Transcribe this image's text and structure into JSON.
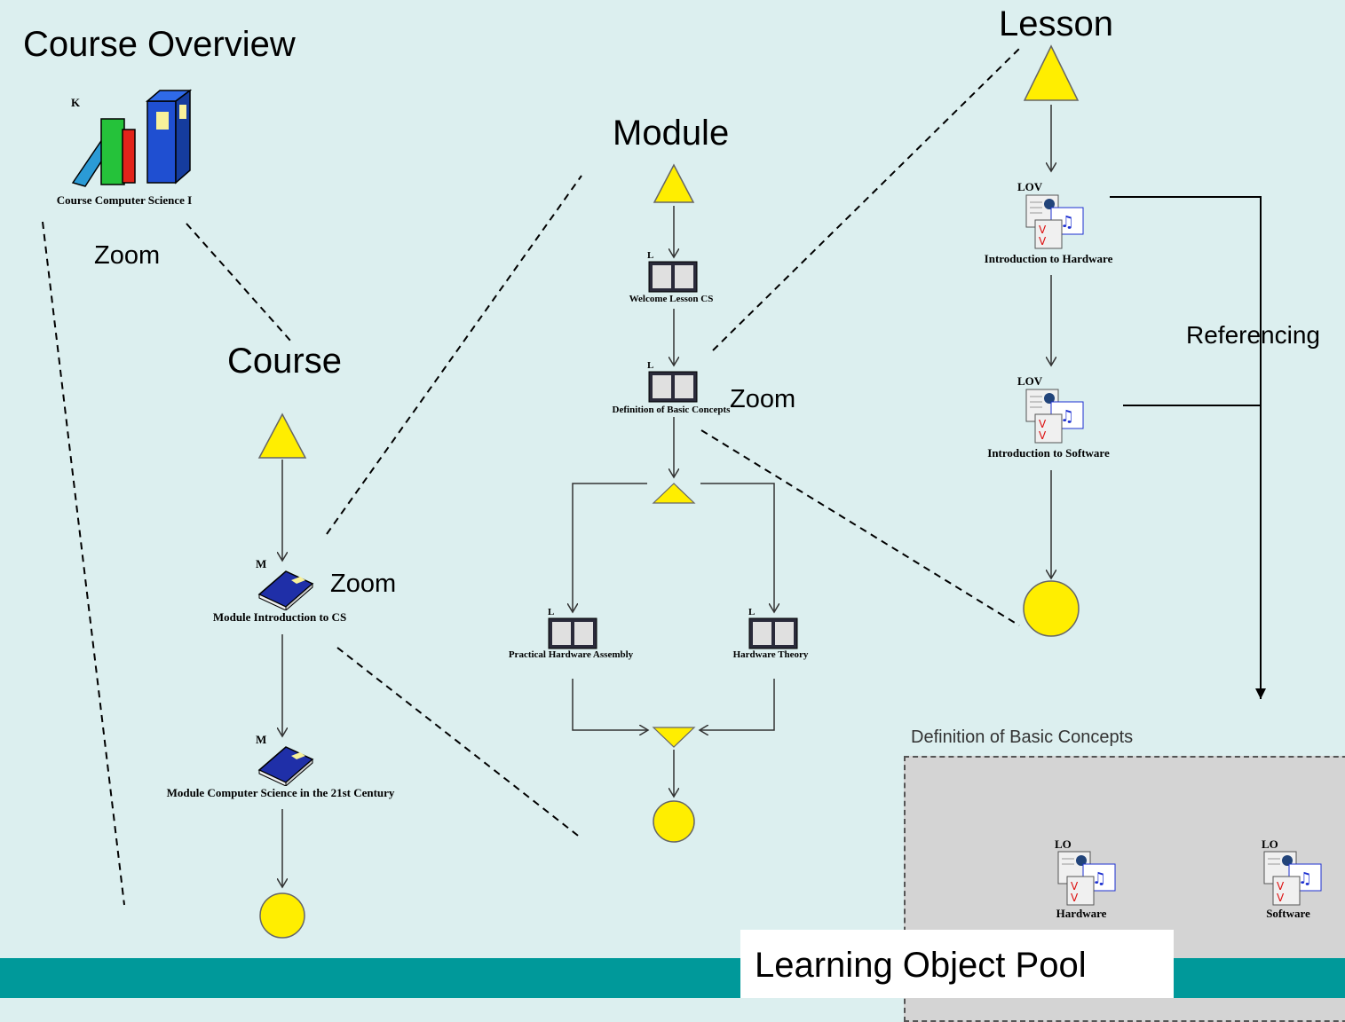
{
  "headings": {
    "course_overview": "Course Overview",
    "course": "Course",
    "module": "Module",
    "lesson": "Lesson"
  },
  "zoom_labels": [
    "Zoom",
    "Zoom",
    "Zoom"
  ],
  "referencing_label": "Referencing",
  "course_overview": {
    "tag": "K",
    "caption": "Course Computer Science I"
  },
  "course": {
    "modules": [
      {
        "tag": "M",
        "caption": "Module Introduction to CS"
      },
      {
        "tag": "M",
        "caption": "Module Computer Science in the 21st Century"
      }
    ]
  },
  "module": {
    "lessons": [
      {
        "tag": "L",
        "caption": "Welcome Lesson CS"
      },
      {
        "tag": "L",
        "caption": "Definition of Basic Concepts"
      },
      {
        "tag": "L",
        "caption": "Practical Hardware Assembly"
      },
      {
        "tag": "L",
        "caption": "Hardware Theory"
      }
    ]
  },
  "lesson": {
    "views": [
      {
        "tag": "LOV",
        "caption": "Introduction to Hardware"
      },
      {
        "tag": "LOV",
        "caption": "Introduction to Software"
      }
    ]
  },
  "pool": {
    "title": "Definition of Basic Concepts",
    "label": "Learning Object Pool",
    "objects": [
      {
        "tag": "LO",
        "caption": "Hardware"
      },
      {
        "tag": "LO",
        "caption": "Software"
      }
    ]
  },
  "colors": {
    "background": "#dcefef",
    "node_yellow": "#ffee00",
    "footer_teal": "#00999a",
    "pool_gray": "#d4d4d4"
  },
  "icons": [
    "books-icon",
    "module-book-icon",
    "lesson-book-icon",
    "lov-icon",
    "lo-icon"
  ]
}
